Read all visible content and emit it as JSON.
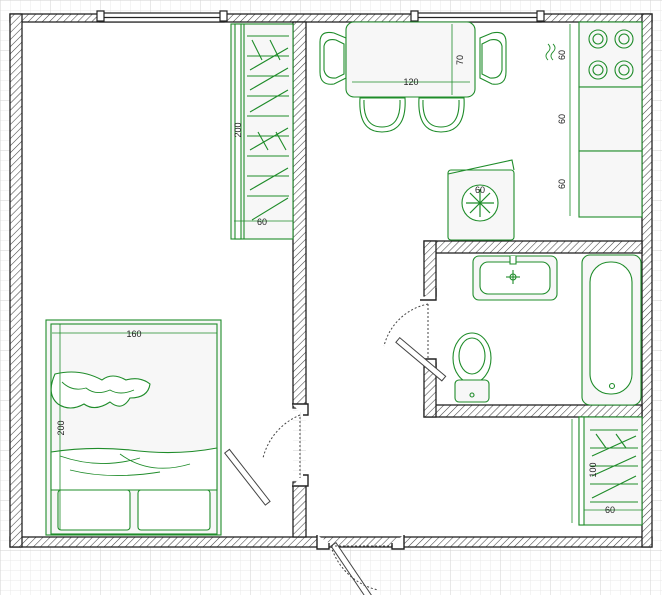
{
  "colors": {
    "grid_minor": "#e6e6e6",
    "grid_major": "#cfcfcf",
    "wall": "#222222",
    "wall_fill": "#ffffff",
    "furniture": "#1f8c2a",
    "furniture_fill": "#f7f7f7",
    "door": "#444444"
  },
  "dimensions": {
    "wardrobe_depth": "60",
    "wardrobe_length": "200",
    "table_width": "120",
    "table_depth": "70",
    "stove_depth": "60",
    "counter_1": "60",
    "counter_2": "60",
    "washer": "60",
    "bed_width": "160",
    "bed_length": "200",
    "closet_depth": "60",
    "closet_length": "100"
  },
  "icons": {
    "washer": "snowflake-icon",
    "stove": "burner-icon"
  }
}
